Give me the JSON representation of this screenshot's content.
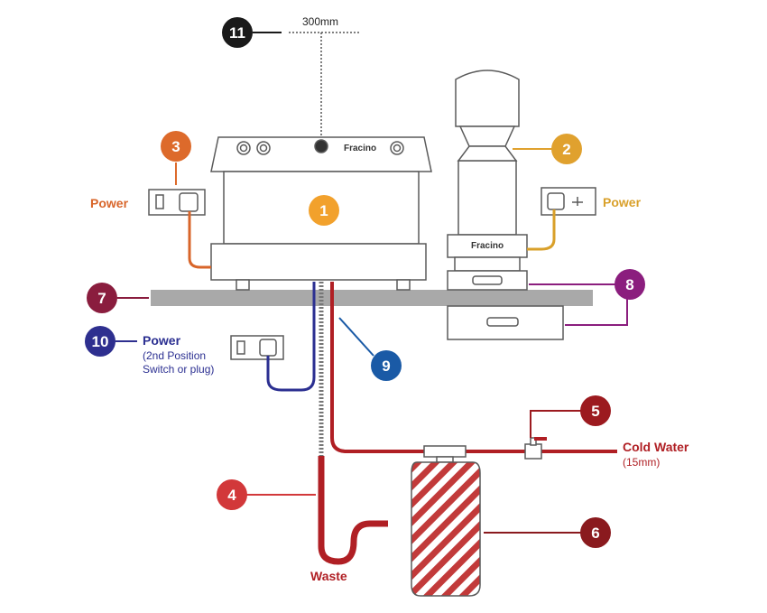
{
  "colors": {
    "outline": "#5a5a5a",
    "counter": "#a9a9a9",
    "water": "#b01f24",
    "power_left": "#d8652a",
    "power_right": "#d9a02a",
    "power_blue": "#2b2f91",
    "callout_1": "#f2a12c",
    "callout_2": "#e0a12e",
    "callout_3": "#dd6a2b",
    "callout_4": "#d2383a",
    "callout_5": "#9c1a1f",
    "callout_6": "#8a1a1e",
    "callout_7": "#8a1d3e",
    "callout_8": "#8b1e7e",
    "callout_9": "#1a5aa6",
    "callout_10": "#2e2f8f",
    "callout_11": "#1a1a1a"
  },
  "labels": {
    "clearance": "300mm",
    "power_left": "Power",
    "power_right": "Power",
    "power_blue": "Power",
    "power_blue_note_1": "(2nd Position",
    "power_blue_note_2": "Switch or plug)",
    "cold_water": "Cold Water",
    "cold_water_size": "(15mm)",
    "waste": "Waste",
    "brand": "Fracino"
  },
  "callouts": [
    "1",
    "2",
    "3",
    "4",
    "5",
    "6",
    "7",
    "8",
    "9",
    "10",
    "11"
  ],
  "icons": [
    "socket-icon",
    "water-valve-icon",
    "water-filter-icon",
    "grinder-icon",
    "espresso-machine-icon"
  ]
}
